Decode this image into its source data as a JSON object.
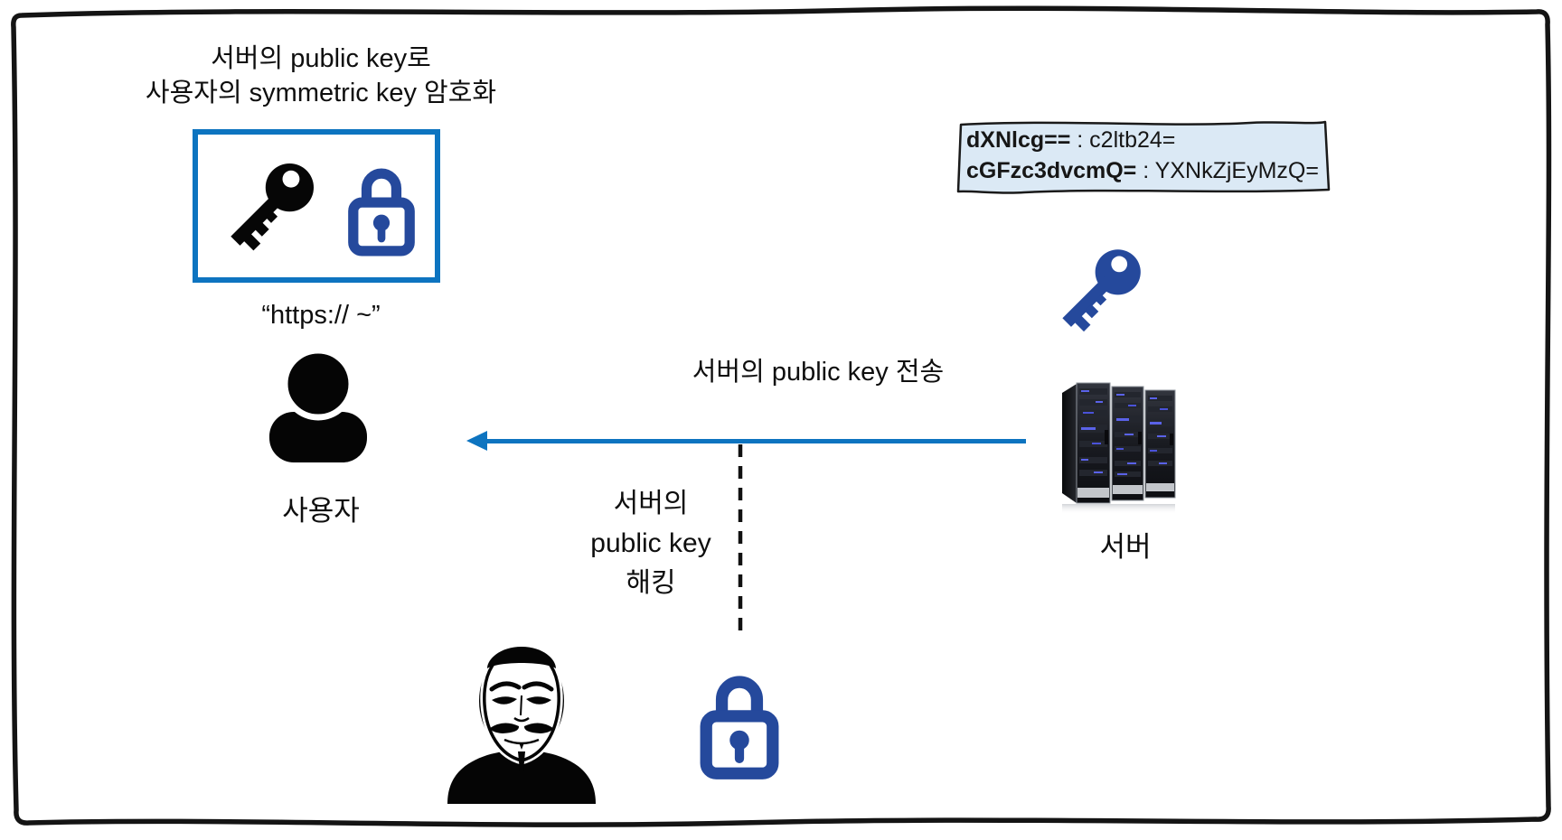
{
  "colors": {
    "accent_blue": "#0d74c0",
    "icon_blue": "#25499c",
    "info_box_fill": "#dbe9f5",
    "ink": "#111111"
  },
  "encryption_note": {
    "line1": "서버의 public key로",
    "line2": "사용자의 symmetric key 암호화"
  },
  "user": {
    "url_text": "“https:// ~”",
    "label": "사용자"
  },
  "server": {
    "label": "서버",
    "credentials": {
      "line1_key": "dXNlcg==",
      "line1_sep": " : ",
      "line1_value": "c2ltb24=",
      "line2_key": "cGFzc3dvcmQ=",
      "line2_sep": " : ",
      "line2_value": "YXNkZjEyMzQ="
    }
  },
  "transfer_arrow": {
    "label": "서버의 public key 전송"
  },
  "hacker": {
    "label_line1": "서버의",
    "label_line2": "public key",
    "label_line3": "해킹"
  }
}
